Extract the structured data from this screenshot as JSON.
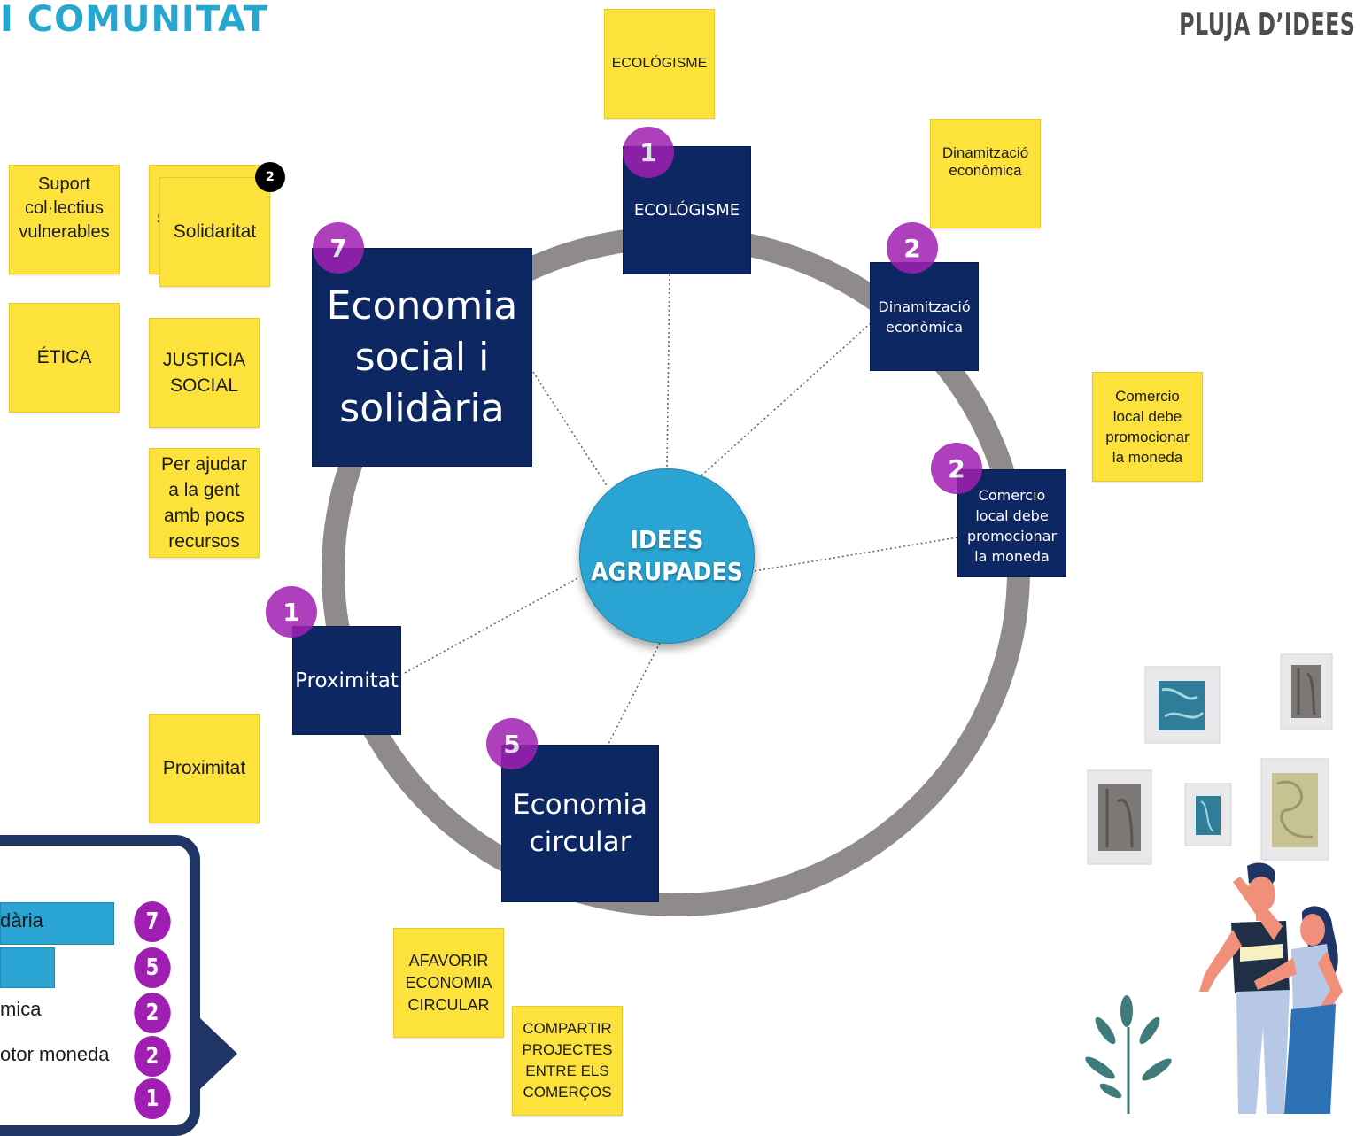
{
  "header": {
    "left_title": "I COMUNITAT",
    "right_title": "PLUJA D’IDEES"
  },
  "center": {
    "line1": "IDEES",
    "line2": "AGRUPADES"
  },
  "groups": [
    {
      "label": "ECOLÓGISME",
      "count": "1"
    },
    {
      "label": "Dinamització econòmica",
      "count": "2"
    },
    {
      "label": "Comercio local debe promocionar la moneda",
      "count": "2"
    },
    {
      "label": "Economia circular",
      "count": "5"
    },
    {
      "label": "Proximitat",
      "count": "1"
    },
    {
      "label": "Economia social i solidària",
      "count": "7"
    }
  ],
  "notes": {
    "ecologisme": "ECOLÓGISME",
    "dinamitzacio": "Dinamització econòmica",
    "comercio": "Comercio local debe promocionar la moneda",
    "suport": "Suport col·lectius vulnerables",
    "solidaritat": "Solidaritat",
    "solidaritat_back": "S",
    "solidaritat_stack_count": "2",
    "etica": "ÉTICA",
    "justicia": "JUSTICIA SOCIAL",
    "per_ajudar": "Per ajudar a la gent amb pocs recursos",
    "proximitat": "Proximitat",
    "afavorir": "AFAVORIR ECONOMIA CIRCULAR",
    "compartir": "COMPARTIR PROJECTES ENTRE ELS COMERÇOS"
  },
  "ranking": {
    "items": [
      {
        "label": "dària",
        "count": "7",
        "bar_fraction": 1.0
      },
      {
        "label": "",
        "count": "5",
        "bar_fraction": 0.71
      },
      {
        "label": "mica",
        "count": "2",
        "bar_fraction": 0
      },
      {
        "label": "otor moneda",
        "count": "2",
        "bar_fraction": 0
      },
      {
        "label": "",
        "count": "1",
        "bar_fraction": 0
      }
    ]
  },
  "colors": {
    "accent_blue": "#2aa5d3",
    "navy": "#0d2763",
    "sticky_yellow": "#fde23b",
    "badge_purple": "#a01fb2",
    "ring_gray": "#8f8b8a"
  }
}
